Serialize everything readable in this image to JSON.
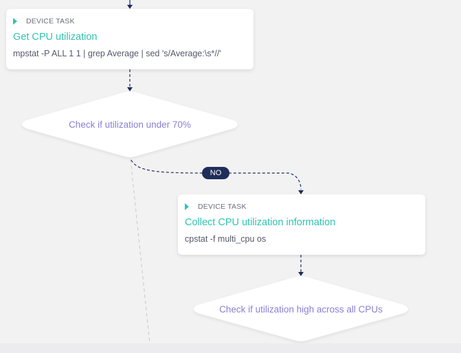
{
  "nodes": [
    {
      "type": "DEVICE TASK",
      "title": "Get CPU utilization",
      "command": "mpstat -P ALL 1 1 | grep Average | sed 's/Average:\\s*//'"
    },
    {
      "type": "DEVICE TASK",
      "title": "Collect CPU utilization information",
      "command": "cpstat -f multi_cpu os"
    }
  ],
  "decisions": [
    {
      "label": "Check if utilization under 70%"
    },
    {
      "label": "Check if utilization high across all CPUs"
    }
  ],
  "edges": {
    "no_label": "NO"
  },
  "colors": {
    "accent": "#2ec4b0",
    "decision_text": "#8a7fd6",
    "edge": "#1f2d5a"
  }
}
